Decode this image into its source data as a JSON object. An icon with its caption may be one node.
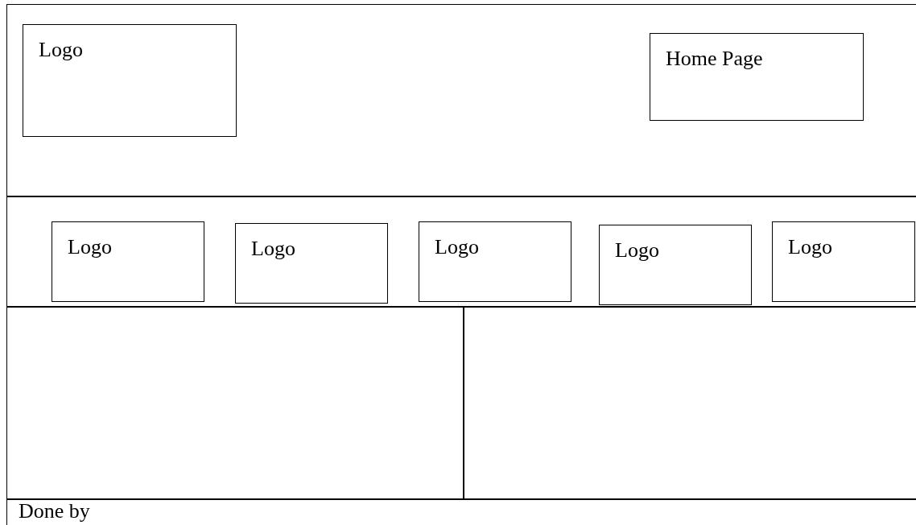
{
  "diagram": {
    "nodes": [
      {
        "text": [],
        "shape": "box"
      },
      {
        "text": [
          "Logo"
        ],
        "in": 0
      },
      {
        "text": [
          "Home Page"
        ],
        "in": 0
      },
      {
        "text": [],
        "shape": "box"
      },
      {
        "text": [
          "Logo"
        ],
        "in": 3
      },
      {
        "text": [
          "Logo"
        ],
        "in": 3
      },
      {
        "text": [
          "Logo"
        ],
        "in": 3
      },
      {
        "text": [
          "Logo"
        ],
        "in": 3
      },
      {
        "text": [
          "Logo"
        ],
        "in": 3
      },
      {
        "text": [],
        "shape": "box"
      },
      {
        "text": [],
        "shape": "box"
      },
      {
        "text": [
          "Done by"
        ]
      }
    ],
    "edges": []
  }
}
